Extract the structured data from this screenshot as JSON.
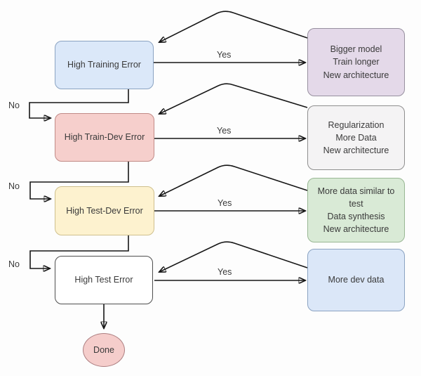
{
  "diagram": {
    "type": "flowchart",
    "nodes": {
      "checks": [
        {
          "label": "High Training Error"
        },
        {
          "label": "High Train-Dev Error"
        },
        {
          "label": "High Test-Dev Error"
        },
        {
          "label": "High Test Error"
        }
      ],
      "fixes": [
        {
          "label": "Bigger model\nTrain longer\nNew architecture"
        },
        {
          "label": "Regularization\nMore Data\nNew architecture"
        },
        {
          "label": "More data similar to\ntest\nData synthesis\nNew architecture"
        },
        {
          "label": "More dev data"
        }
      ],
      "terminal": {
        "label": "Done"
      }
    },
    "edges": {
      "yes_label": "Yes",
      "no_label": "No"
    },
    "colors": {
      "check_training_fill": "#dbe8f9",
      "check_train_dev_fill": "#f6cfcc",
      "check_test_dev_fill": "#fdf2cf",
      "check_test_fill": "#ffffff",
      "fix_bigger_model_fill": "#e4d9e9",
      "fix_regularization_fill": "#f4f3f4",
      "fix_more_data_similar_fill": "#d9ead6",
      "fix_more_dev_data_fill": "#dbe7f8",
      "done_fill": "#f5cdcb",
      "line_color": "#161616",
      "background": "#fdfdfd"
    }
  }
}
